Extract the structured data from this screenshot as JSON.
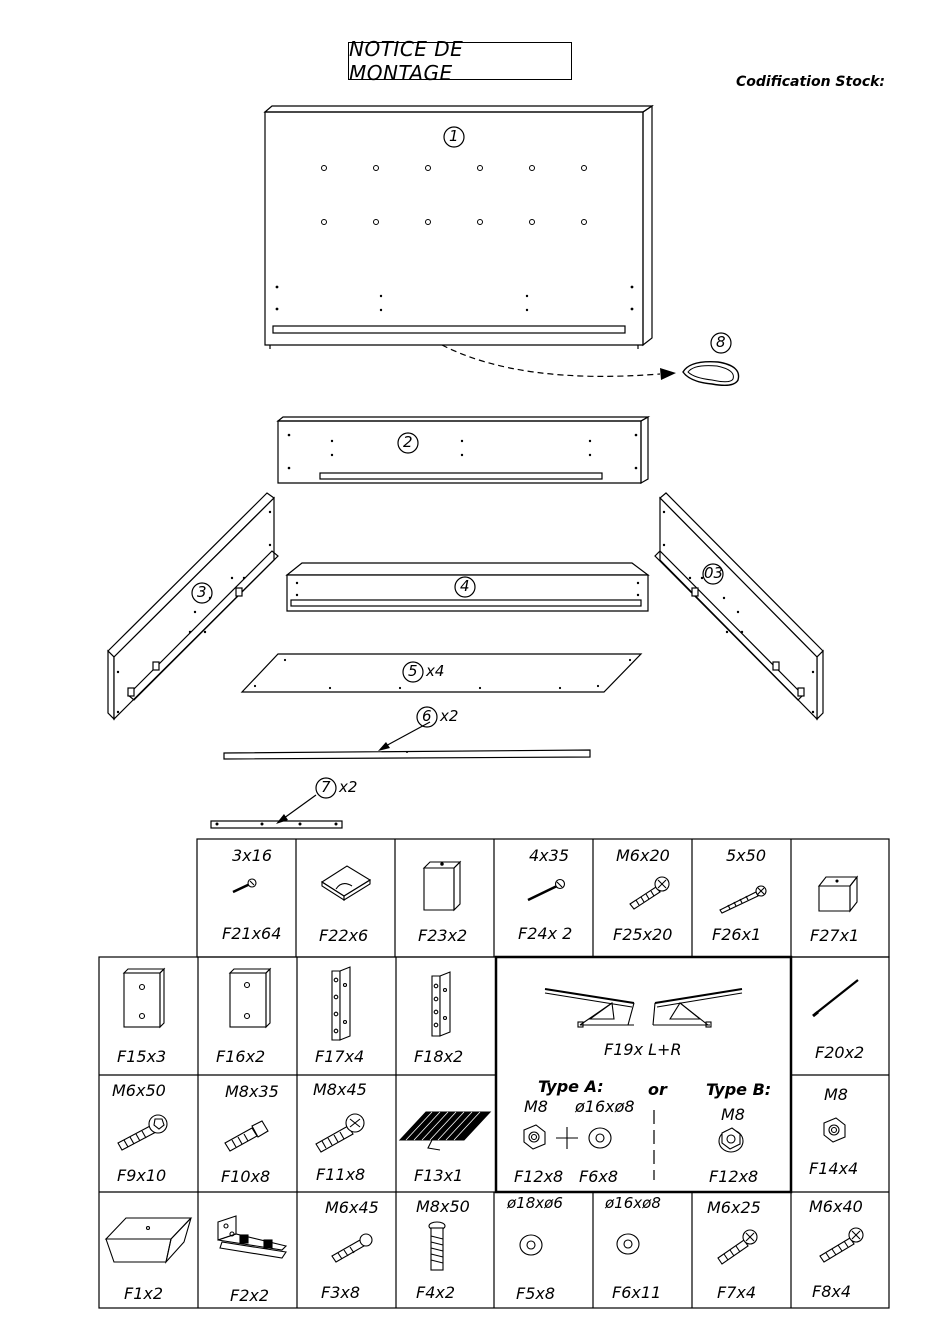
{
  "header": {
    "title": "NOTICE DE MONTAGE",
    "codification": "Codification Stock:"
  },
  "parts": {
    "p1": "1",
    "p2": "2",
    "p3": "3",
    "p3b": "03",
    "p4": "4",
    "p5": "5",
    "p5_qty": "x4",
    "p6": "6",
    "p6_qty": "x2",
    "p7": "7",
    "p7_qty": "x2",
    "p8": "8"
  },
  "hardware": {
    "row1": [
      {
        "spec": "3x16",
        "code": "F21x64",
        "icon": "wood-screw-icon"
      },
      {
        "spec": "",
        "code": "F22x6",
        "icon": "felt-pad-icon"
      },
      {
        "spec": "",
        "code": "F23x2",
        "icon": "block-icon"
      },
      {
        "spec": "4x35",
        "code": "F24x 2",
        "icon": "wood-screw-icon"
      },
      {
        "spec": "M6x20",
        "code": "F25x20",
        "icon": "machine-screw-icon"
      },
      {
        "spec": "5x50",
        "code": "F26x1",
        "icon": "wood-screw-icon"
      },
      {
        "spec": "",
        "code": "F27x1",
        "icon": "cube-icon"
      }
    ],
    "row2": [
      {
        "code": "F15x3",
        "icon": "plate-icon"
      },
      {
        "code": "F16x2",
        "icon": "plate-icon"
      },
      {
        "code": "F17x4",
        "icon": "bracket-icon"
      },
      {
        "code": "F18x2",
        "icon": "bracket-icon"
      },
      {
        "code": "F19x  L+R",
        "icon": "lift-mechanism-icon"
      },
      {
        "code": "F20x2",
        "icon": "rod-icon"
      }
    ],
    "row3": [
      {
        "spec": "M6x50",
        "code": "F9x10",
        "icon": "bolt-icon"
      },
      {
        "spec": "M8x35",
        "code": "F10x8",
        "icon": "bolt-icon"
      },
      {
        "spec": "M8x45",
        "code": "F11x8",
        "icon": "bolt-icon"
      },
      {
        "spec": "",
        "code": "F13x1",
        "icon": "slat-grid-icon"
      },
      {
        "spec": "M8",
        "code": "F14x4",
        "icon": "nut-icon"
      }
    ],
    "typeA": {
      "label": "Type A:",
      "nut_spec": "M8",
      "washer_spec": "ø16xø8",
      "nut_code": "F12x8",
      "washer_code": "F6x8"
    },
    "or": "or",
    "typeB": {
      "label": "Type B:",
      "spec": "M8",
      "code": "F12x8"
    },
    "row4": [
      {
        "spec": "",
        "code": "F1x2",
        "icon": "foot-icon"
      },
      {
        "spec": "",
        "code": "F2x2",
        "icon": "hinge-icon"
      },
      {
        "spec": "M6x45",
        "code": "F3x8",
        "icon": "bolt-icon"
      },
      {
        "spec": "M8x50",
        "code": "F4x2",
        "icon": "bolt-icon"
      },
      {
        "spec": "ø18xø6",
        "code": "F5x8",
        "icon": "washer-icon"
      },
      {
        "spec": "ø16xø8",
        "code": "F6x11",
        "icon": "washer-icon"
      },
      {
        "spec": "M6x25",
        "code": "F7x4",
        "icon": "machine-screw-icon"
      },
      {
        "spec": "M6x40",
        "code": "F8x4",
        "icon": "machine-screw-icon"
      }
    ]
  }
}
